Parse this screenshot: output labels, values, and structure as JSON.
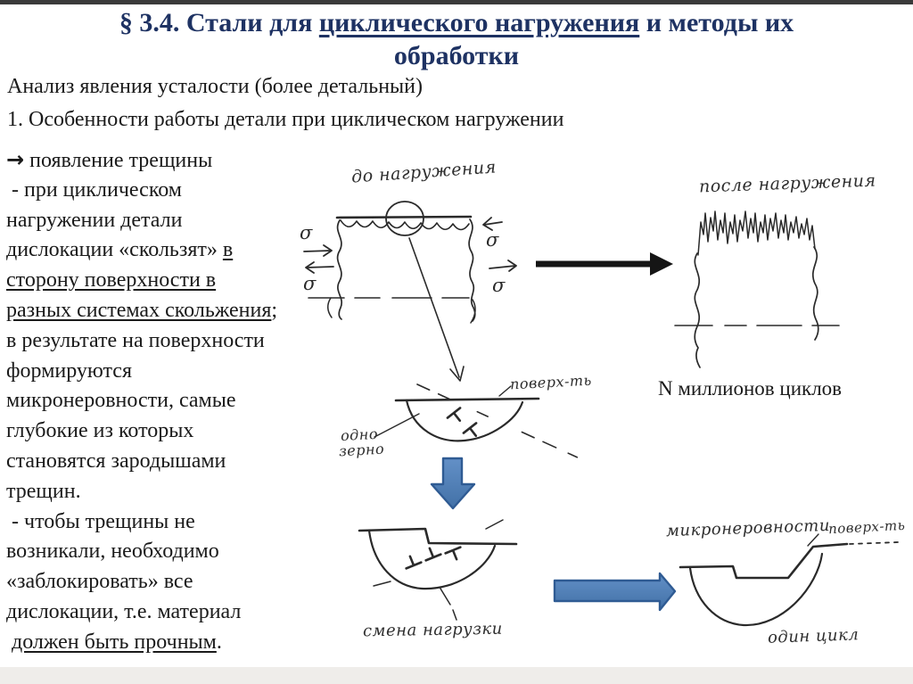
{
  "colors": {
    "title_navy": "#1e3263",
    "ink": "#2a2a2a",
    "blue_arrow_fill_top": "#6390c7",
    "blue_arrow_fill_bottom": "#4271a7",
    "blue_arrow_border": "#2f5b93",
    "black_arrow": "#151515"
  },
  "header": {
    "title_pre": "§ 3.4. Стали для ",
    "title_underline": "циклического нагружения",
    "title_post": " и методы их",
    "title_line2": "обработки",
    "subtitle": "Анализ явления усталости (более детальный)",
    "point1": "1. Особенности работы детали при циклическом нагружении"
  },
  "notes": {
    "lines": [
      {
        "arrow": "→",
        "text": " появление трещины"
      },
      {
        "text": " - при циклическом"
      },
      {
        "text": "нагружении детали"
      },
      {
        "text": "дислокации «скользят» ",
        "u": "в"
      },
      {
        "u": "сторону поверхности в"
      },
      {
        "u": "разных системах скольжения",
        "post": ";"
      },
      {
        "text": "в результате на поверхности"
      },
      {
        "text": "формируются"
      },
      {
        "text": "микронеровности, самые"
      },
      {
        "text": "глубокие из которых"
      },
      {
        "text": "становятся зародышами"
      },
      {
        "text": "трещин."
      },
      {
        "text": " - чтобы трещины не"
      },
      {
        "text": "возникали, необходимо"
      },
      {
        "text": "«заблокировать» все"
      },
      {
        "text": "дислокации, т.е. материал"
      },
      {
        "text": " ",
        "u": "должен быть прочным",
        "post": "."
      }
    ]
  },
  "sketches": {
    "before_label": "до нагружения",
    "after_label": "после нагружения",
    "cycles_caption": "N миллионов циклов",
    "surface_label_1": "поверх-ть",
    "grain_label_line1": "одно",
    "grain_label_line2": "зерно",
    "load_change_label": "смена нагрузки",
    "microroughness_label": "микронеровности",
    "surface_label_2": "поверх-ть",
    "one_cycle_label": "один цикл",
    "sigma": "σ"
  }
}
